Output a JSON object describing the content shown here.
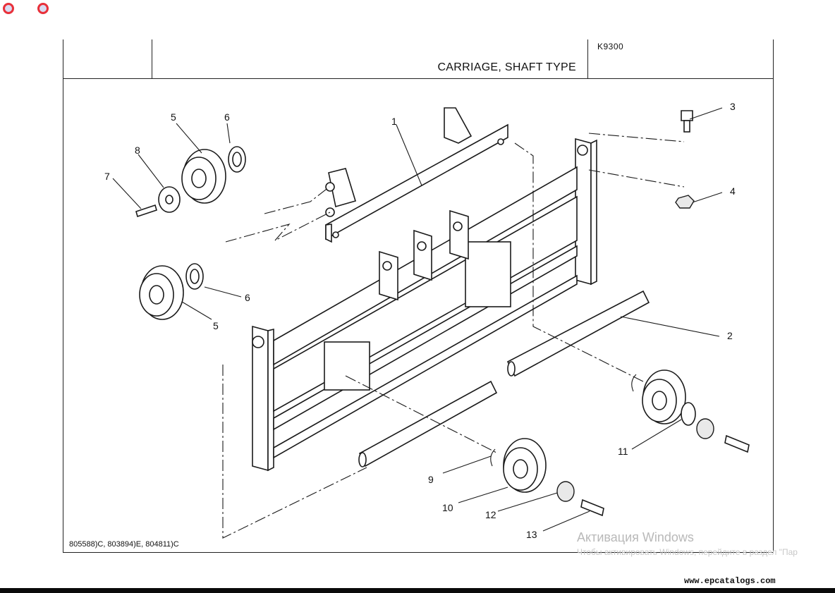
{
  "window": {
    "buttons": [
      "record-button-1",
      "record-button-2"
    ]
  },
  "header": {
    "code": "K9300",
    "title": "CARRIAGE, SHAFT TYPE"
  },
  "callouts": {
    "c1": "1",
    "c2": "2",
    "c3": "3",
    "c4": "4",
    "c5a": "5",
    "c5b": "5",
    "c6a": "6",
    "c6b": "6",
    "c7": "7",
    "c8": "8",
    "c9": "9",
    "c10": "10",
    "c11": "11",
    "c12": "12",
    "c13": "13"
  },
  "footer": {
    "serial_refs": "805588)C, 803894)E, 804811)C"
  },
  "watermark": {
    "title": "Активация Windows",
    "subtitle": "Чтобы активировать Windows, перейдите в раздел \"Пар"
  },
  "site": "www.epcatalogs.com"
}
